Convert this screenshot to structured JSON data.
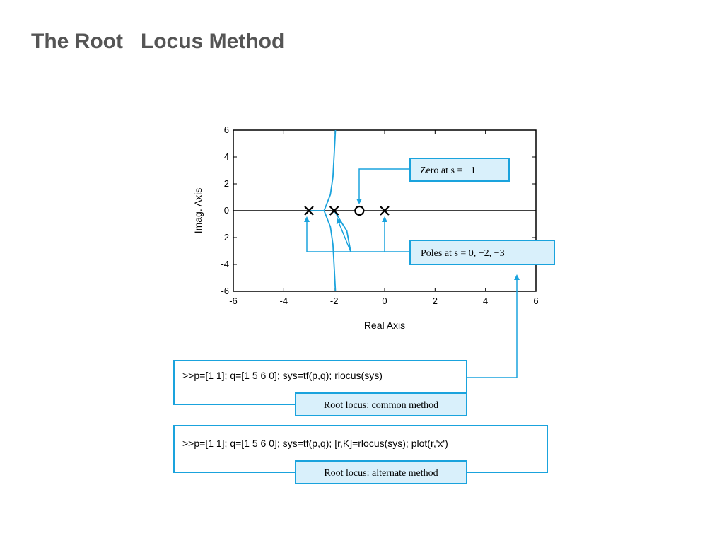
{
  "slide": {
    "title": "The Root   Locus Method"
  },
  "colors": {
    "accent": "#1aa3dd",
    "callout_fill": "#d9f0fb",
    "title": "#555555"
  },
  "chart_data": {
    "type": "scatter",
    "title": "",
    "xlabel": "Real Axis",
    "ylabel": "Imag. Axis",
    "xlim": [
      -6,
      6
    ],
    "ylim": [
      -6,
      6
    ],
    "xticks": [
      -6,
      -4,
      -2,
      0,
      2,
      4,
      6
    ],
    "yticks": [
      -6,
      -4,
      -2,
      0,
      2,
      4,
      6
    ],
    "grid": false,
    "poles": [
      {
        "x": -3,
        "y": 0
      },
      {
        "x": -2,
        "y": 0
      },
      {
        "x": 0,
        "y": 0
      }
    ],
    "zeros": [
      {
        "x": -1,
        "y": 0
      }
    ],
    "locus_branches": [
      {
        "points": [
          [
            -2.4,
            0
          ],
          [
            -2.15,
            1.2
          ],
          [
            -2.05,
            2.5
          ],
          [
            -2.0,
            4.2
          ],
          [
            -1.95,
            6
          ]
        ]
      },
      {
        "points": [
          [
            -2.4,
            0
          ],
          [
            -2.15,
            -1.2
          ],
          [
            -2.05,
            -2.5
          ],
          [
            -2.0,
            -4.2
          ],
          [
            -1.95,
            -6
          ]
        ]
      },
      {
        "points": [
          [
            -3,
            0
          ],
          [
            -2.4,
            0
          ]
        ]
      },
      {
        "points": [
          [
            -2,
            0
          ],
          [
            -1.5,
            -1.5
          ],
          [
            -1.35,
            -3
          ]
        ]
      }
    ],
    "annotations": {
      "zero_label": "Zero at s = −1",
      "poles_label": "Poles at s = 0, −2, −3"
    }
  },
  "code_blocks": [
    {
      "command": ">>p=[1 1]; q=[1 5 6 0]; sys=tf(p,q); rlocus(sys)",
      "caption": "Root locus:  common method"
    },
    {
      "command": ">>p=[1 1]; q=[1 5 6 0]; sys=tf(p,q); [r,K]=rlocus(sys); plot(r,'x')",
      "caption": "Root locus:  alternate method"
    }
  ]
}
